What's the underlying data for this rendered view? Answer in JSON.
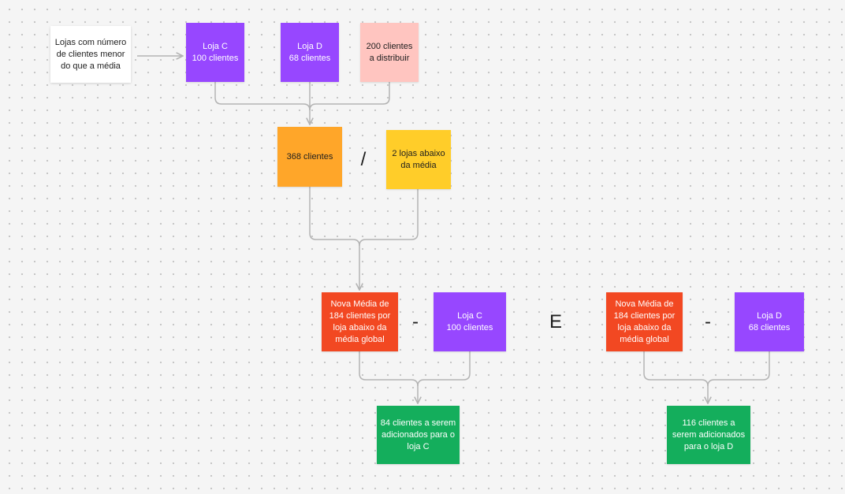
{
  "colors": {
    "purple": "#9747ff",
    "salmon": "#ffc5c0",
    "orange": "#ffa629",
    "yellow": "#ffcd29",
    "red": "#f24822",
    "green": "#14ae5c",
    "white": "#ffffff",
    "connector": "#b3b3b3"
  },
  "nodes": {
    "note": "Lojas com número\nde clientes menor\ndo que a média",
    "loja_c_top": "Loja C\n100 clientes",
    "loja_d_top": "Loja D\n68 clientes",
    "distribuir": "200 clientes\na distribuir",
    "total": "368 clientes",
    "lojas_abaixo": "2 lojas abaixo\nda média",
    "nova_media_left": "Nova Média de\n184 clientes por\nloja abaixo da\nmédia global",
    "loja_c_bottom": "Loja C\n100 clientes",
    "nova_media_right": "Nova Média de\n184 clientes por\nloja abaixo da\nmédia global",
    "loja_d_bottom": "Loja D\n68 clientes",
    "result_c": "84 clientes a serem\nadicionados para o\nloja C",
    "result_d": "116 clientes a\nserem adicionados\npara o loja D"
  },
  "operators": {
    "divide": "/",
    "minus_left": "-",
    "and": "E",
    "minus_right": "-"
  }
}
